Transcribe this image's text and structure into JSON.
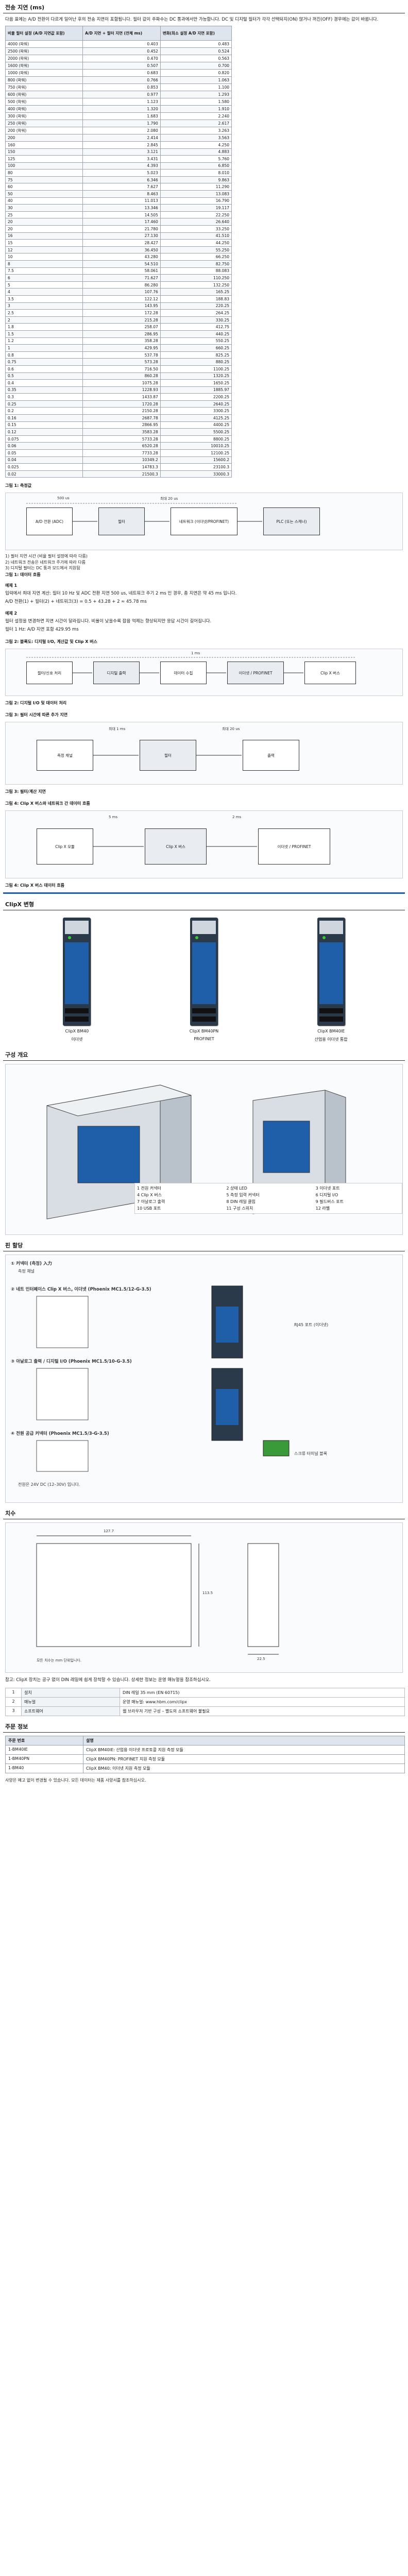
{
  "sec1": {
    "title": "전송 지연 (ms)",
    "intro": "다음 표에는 A/D 전환이 다르게 일어난 후의 전송 지연이 포함됩니다. 필터 값이 주파수는 DC 통과에서만 가능합니다. DC 및 디지털 필터가 각각 선택되지(ON) 않거나 꺼진(OFF) 경우에는 값이 바뀝니다.",
    "col1": "비율 필터 설정 (A/D 지연값 포함)",
    "col2": "A/D 지연 + 필터 지연 (전체 ms)",
    "col3": "변화(최소 설정 A/D 지연 포함)"
  },
  "rows": [
    [
      "4000 (파워)",
      "0.403",
      "0.483"
    ],
    [
      "2500 (파워)",
      "0.452",
      "0.524"
    ],
    [
      "2000 (파워)",
      "0.470",
      "0.563"
    ],
    [
      "1600 (파워)",
      "0.507",
      "0.700"
    ],
    [
      "1000 (파워)",
      "0.683",
      "0.820"
    ],
    [
      "800 (파워)",
      "0.766",
      "1.063"
    ],
    [
      "750 (파워)",
      "0.853",
      "1.100"
    ],
    [
      "600 (파워)",
      "0.977",
      "1.293"
    ],
    [
      "500 (파워)",
      "1.123",
      "1.580"
    ],
    [
      "400 (파워)",
      "1.320",
      "1.910"
    ],
    [
      "300 (파워)",
      "1.683",
      "2.240"
    ],
    [
      "250 (파워)",
      "1.790",
      "2.617"
    ],
    [
      "200 (파워)",
      "2.080",
      "3.263"
    ],
    [
      "200",
      "2.414",
      "3.563"
    ],
    [
      "160",
      "2.845",
      "4.250"
    ],
    [
      "150",
      "3.121",
      "4.883"
    ],
    [
      "125",
      "3.431",
      "5.760"
    ],
    [
      "100",
      "4.393",
      "6.850"
    ],
    [
      "80",
      "5.023",
      "8.010"
    ],
    [
      "75",
      "6.346",
      "9.863"
    ],
    [
      "60",
      "7.627",
      "11.290"
    ],
    [
      "50",
      "8.463",
      "13.083"
    ],
    [
      "40",
      "11.013",
      "16.790"
    ],
    [
      "30",
      "13.346",
      "19.117"
    ],
    [
      "25",
      "14.505",
      "22.250"
    ],
    [
      "20",
      "17.460",
      "26.640"
    ],
    [
      "20",
      "21.780",
      "33.250"
    ],
    [
      "16",
      "27.130",
      "41.510"
    ],
    [
      "15",
      "28.427",
      "44.250"
    ],
    [
      "12",
      "36.450",
      "55.250"
    ],
    [
      "10",
      "43.280",
      "66.250"
    ],
    [
      "8",
      "54.510",
      "82.750"
    ],
    [
      "7.5",
      "58.061",
      "88.083"
    ],
    [
      "6",
      "71.627",
      "110.250"
    ],
    [
      "5",
      "86.280",
      "132.250"
    ],
    [
      "4",
      "107.76",
      "165.25"
    ],
    [
      "3.5",
      "122.12",
      "188.83"
    ],
    [
      "3",
      "143.95",
      "220.25"
    ],
    [
      "2.5",
      "172.28",
      "264.25"
    ],
    [
      "2",
      "215.28",
      "330.25"
    ],
    [
      "1.8",
      "258.07",
      "412.75"
    ],
    [
      "1.5",
      "286.95",
      "440.25"
    ],
    [
      "1.2",
      "358.28",
      "550.25"
    ],
    [
      "1",
      "429.95",
      "660.25"
    ],
    [
      "0.8",
      "537.78",
      "825.25"
    ],
    [
      "0.75",
      "573.28",
      "880.25"
    ],
    [
      "0.6",
      "716.50",
      "1100.25"
    ],
    [
      "0.5",
      "860.28",
      "1320.25"
    ],
    [
      "0.4",
      "1075.28",
      "1650.25"
    ],
    [
      "0.35",
      "1228.93",
      "1885.97"
    ],
    [
      "0.3",
      "1433.87",
      "2200.25"
    ],
    [
      "0.25",
      "1720.28",
      "2640.25"
    ],
    [
      "0.2",
      "2150.28",
      "3300.25"
    ],
    [
      "0.16",
      "2687.78",
      "4125.25"
    ],
    [
      "0.15",
      "2866.95",
      "4400.25"
    ],
    [
      "0.12",
      "3583.28",
      "5500.25"
    ],
    [
      "0.075",
      "5733.28",
      "8800.25"
    ],
    [
      "0.06",
      "6520.28",
      "10010.25"
    ],
    [
      "0.05",
      "7733.28",
      "12100.25"
    ],
    [
      "0.04",
      "10349.2",
      "15600.2"
    ],
    [
      "0.025",
      "14783.3",
      "23100.3"
    ],
    [
      "0.02",
      "21500.3",
      "33000.3"
    ]
  ],
  "fig1": {
    "heading": "그림 1: 측정값",
    "adc": "A/D 전환 (ADC)",
    "filter": "필터",
    "net": "네트워크 (이더넷/PROFINET)",
    "plc": "PLC (또는 스캐너)",
    "t1": "500 us",
    "t2": "최대 20 us",
    "note1": "1) 필터 지연 시간 (비율 필터 설정에 따라 다름)",
    "note2": "2) 네트워크 전송은 네트워크 주기에 따라 다름",
    "note3": "3) 디지털 필터는 DC 통과 모드에서 지원됨",
    "cap": "그림 1: 데이터 흐름"
  },
  "ex1": {
    "heading": "예제 1",
    "body": "입력에서 최대 지연 계산: 필터 10 Hz 및 ADC 전환 지연 500 us, 네트워크 주기 2 ms 인 경우, 총 지연은 약 45 ms 입니다.",
    "calc": "A/D 전환(1) + 필터(2) + 네트워크(3) = 0.5 + 43.28 + 2 ≈ 45.78 ms"
  },
  "ex2": {
    "heading": "예제 2",
    "body": "필터 설정을 변경하면 지연 시간이 달라집니다. 비율이 낮을수록 잡음 억제는 향상되지만 응답 시간이 길어집니다.",
    "calc": "필터 1 Hz: A/D 지연 포함 429.95 ms"
  },
  "fig2": {
    "heading": "그림 2: 블록도: 디지털 I/O, 계산값 및 Clip X 버스",
    "cap": "그림 2: 디지털 I/O 및 데이터 처리",
    "b1": "필터/신호 처리",
    "b2": "디지털 출력",
    "b3": "데이터 수집",
    "b4": "이더넷 / PROFINET",
    "b5": "Clip X 버스",
    "t": "1 ms"
  },
  "fig3": {
    "heading": "그림 3: 필터 시간에 따른 추가 지연",
    "cap": "그림 3: 필터/계산 지연",
    "b1": "측정 채널",
    "b2": "필터",
    "b3": "출력",
    "t1": "최대 1 ms",
    "t2": "최대 20 us"
  },
  "fig4": {
    "heading": "그림 4: Clip X 버스와 네트워크 간 데이터 흐름",
    "cap": "그림 4: Clip X 버스 데이터 흐름",
    "b1": "Clip X 모듈",
    "b2": "Clip X 버스",
    "b3": "이더넷 / PROFINET",
    "t1": "5 ms",
    "t2": "2 ms"
  },
  "products": {
    "heading": "ClipX 변형",
    "p1": "ClipX BM40",
    "p2": "ClipX BM40PN",
    "p3": "ClipX BM40IE",
    "l1": "이더넷",
    "l2": "PROFINET",
    "l3": "산업용 이더넷 통합"
  },
  "views": {
    "heading": "구성 개요",
    "legend": [
      "1  전원 커넥터",
      "2  상태 LED",
      "3  이더넷 포트",
      "4  Clip X 버스",
      "5  측정 입력 커넥터",
      "6  디지털 I/O",
      "7  아날로그 출력",
      "8  DIN 레일 클립",
      "9  필드버스 포트",
      "10 USB 포트",
      "11 구성 스위치",
      "12 라벨"
    ]
  },
  "pins": {
    "heading": "핀 할당",
    "step1": "① 커넥터 (측정) 入力",
    "step1b": "측정 채널",
    "step2": "② 네트 인터페이스 Clip X 버스, 이더넷 (Phoenix MC1.5/12-G-3.5)",
    "step3": "③ 아날로그 출력 / 디지털 I/O (Phoenix MC1.5/10-G-3.5)",
    "step4": "④ 전원 공급 커넥터 (Phoenix MC1.5/3-G-3.5)",
    "note": "전원은 24V DC (12–30V) 입니다.",
    "rj": "RJ45 포트 (이더넷)",
    "plug": "스크류 터미널 블록"
  },
  "dims": {
    "heading": "치수",
    "w": "127.7",
    "h": "113.5",
    "d": "22.5",
    "note": "모든 치수는 mm 단위입니다."
  },
  "info": {
    "note": "참고: ClipX 장치는 공구 없이 DIN 레일에 쉽게 장착할 수 있습니다. 상세한 정보는 운영 매뉴얼을 참조하십시오.",
    "rows": [
      [
        "1",
        "설치",
        "DIN 레일 35 mm (EN 60715)"
      ],
      [
        "2",
        "매뉴얼",
        "운영 매뉴얼: www.hbm.com/clipx"
      ],
      [
        "3",
        "소프트웨어",
        "웹 브라우저 기반 구성 – 별도의 소프트웨어 불필요"
      ]
    ]
  },
  "order": {
    "heading": "주문 정보",
    "h1": "주문 번호",
    "h2": "설명",
    "rows": [
      [
        "1-BM40IE",
        "ClipX BM40IE: 산업용 이더넷 프로토콜 지원 측정 모듈"
      ],
      [
        "1-BM40PN",
        "ClipX BM40PN: PROFINET 지원 측정 모듈"
      ],
      [
        "1-BM40",
        "ClipX BM40: 이더넷 지원 측정 모듈"
      ]
    ],
    "foot": "사양은 예고 없이 변경될 수 있습니다. 모든 데이터는 제품 사양서를 참조하십시오."
  }
}
